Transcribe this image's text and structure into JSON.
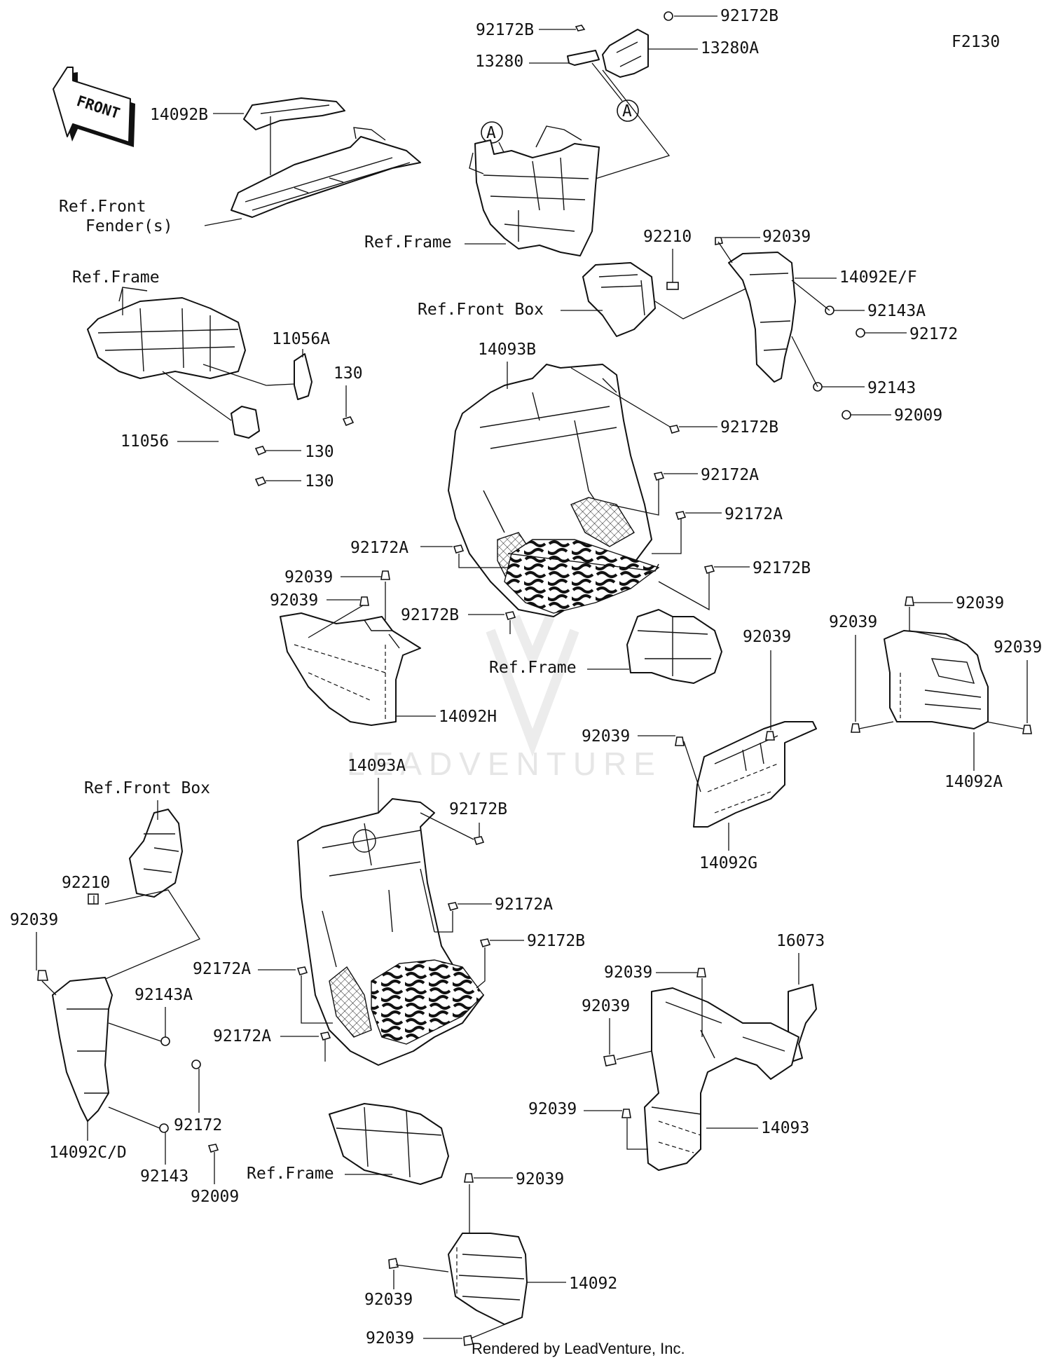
{
  "figure_code": "F2130",
  "front_label": "FRONT",
  "footer_text": "Rendered by LeadVenture, Inc.",
  "watermark_text": "LEADVENTURE",
  "callouts": {
    "A": "A",
    "p14092B": "14092B",
    "ref_front_fender": "Ref.Front",
    "ref_front_fender_2": "Fender(s)",
    "p92172B_top_left": "92172B",
    "p92172B_top_right": "92172B",
    "p13280": "13280",
    "p13280A": "13280A",
    "ref_frame_top": "Ref.Frame",
    "p92210_top": "92210",
    "p92039_top": "92039",
    "p14092EF": "14092E/F",
    "ref_front_box_top": "Ref.Front Box",
    "p92143A_right": "92143A",
    "p92172_right": "92172",
    "p92143_right": "92143",
    "p92009_right": "92009",
    "ref_frame_left": "Ref.Frame",
    "p11056A": "11056A",
    "p130_a": "130",
    "p130_b": "130",
    "p130_c": "130",
    "p11056": "11056",
    "p14093B": "14093B",
    "p92172B_mid": "92172B",
    "p92172A_mid1": "92172A",
    "p92172A_mid2": "92172A",
    "p92172A_mid_left": "92172A",
    "p92172B_mid2": "92172B",
    "p92039_midleft1": "92039",
    "p92039_midleft2": "92039",
    "p92172B_mid3": "92172B",
    "ref_frame_mid": "Ref.Frame",
    "p14092H": "14092H",
    "p92039_mid_c": "92039",
    "p92039_mid_c2": "92039",
    "p14092G": "14092G",
    "p92039_r1": "92039",
    "p92039_r2": "92039",
    "p92039_r3": "92039",
    "p14092A": "14092A",
    "ref_front_box_left": "Ref.Front Box",
    "p92210_left": "92210",
    "p92039_left": "92039",
    "p92143A_left": "92143A",
    "p92172_left": "92172",
    "p14092CD": "14092C/D",
    "p92143_left": "92143",
    "p92009_left": "92009",
    "p14093A": "14093A",
    "p92172B_low1": "92172B",
    "p92172A_low1": "92172A",
    "p92172B_low2": "92172B",
    "p92172A_low2": "92172A",
    "p92172A_low3": "92172A",
    "ref_frame_low": "Ref.Frame",
    "p16073": "16073",
    "p92039_low_r1": "92039",
    "p92039_low_r2": "92039",
    "p92039_low_r3": "92039",
    "p14093": "14093",
    "p92039_bot1": "92039",
    "p92039_bot2": "92039",
    "p92039_bot3": "92039",
    "p14092": "14092"
  }
}
